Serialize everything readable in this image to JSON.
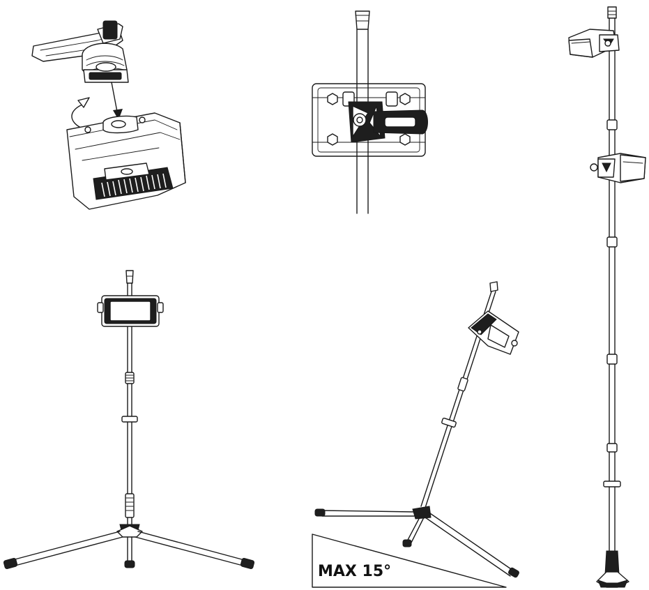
{
  "annotations": {
    "tilt_limit_label": "MAX 15°"
  },
  "colors": {
    "line": "#1a1a1a",
    "background": "#ffffff"
  },
  "panels": [
    "clip-and-rotate-attach",
    "bracket-on-pole-closeup",
    "tall-pole-with-two-lights",
    "tripod-stand-with-light",
    "tilted-tripod-stand"
  ]
}
